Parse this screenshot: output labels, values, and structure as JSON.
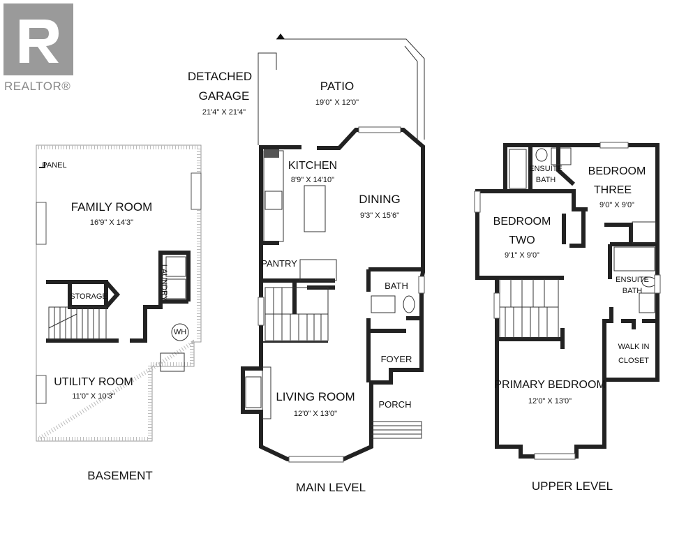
{
  "brand": {
    "logo_text": "REALTOR®",
    "logo_color": "#8a8a8a"
  },
  "levels": {
    "basement": "BASEMENT",
    "main": "MAIN LEVEL",
    "upper": "UPPER LEVEL"
  },
  "rooms": {
    "panel": "PANEL",
    "family_room": {
      "name": "FAMILY ROOM",
      "dims": "16'9\" X 14'3\""
    },
    "storage": "STORAGE",
    "laundry": "LAUNDRY",
    "wh": "WH",
    "utility_room": {
      "name": "UTILITY ROOM",
      "dims": "11'0\" X 10'3\""
    },
    "garage_line1": "DETACHED",
    "garage_line2": "GARAGE",
    "garage_dims": "21'4\" X 21'4\"",
    "patio": {
      "name": "PATIO",
      "dims": "19'0\" X 12'0\""
    },
    "kitchen": {
      "name": "KITCHEN",
      "dims": "8'9\" X 14'10\""
    },
    "dining": {
      "name": "DINING",
      "dims": "9'3\" X 15'6\""
    },
    "pantry": "PANTRY",
    "bath": "BATH",
    "foyer": "FOYER",
    "living_room": {
      "name": "LIVING ROOM",
      "dims": "12'0\" X 13'0\""
    },
    "porch": "PORCH",
    "ensuite_bath_1_line1": "ENSUITE",
    "ensuite_bath_1_line2": "BATH",
    "bedroom_three": {
      "line1": "BEDROOM",
      "line2": "THREE",
      "dims": "9'0\" X 9'0\""
    },
    "bedroom_two": {
      "line1": "BEDROOM",
      "line2": "TWO",
      "dims": "9'1\" X 9'0\""
    },
    "ensuite_bath_2_line1": "ENSUITE",
    "ensuite_bath_2_line2": "BATH",
    "walk_in_closet_line1": "WALK IN",
    "walk_in_closet_line2": "CLOSET",
    "primary_bedroom": {
      "name": "PRIMARY BEDROOM",
      "dims": "12'0\" X 13'0\""
    }
  }
}
